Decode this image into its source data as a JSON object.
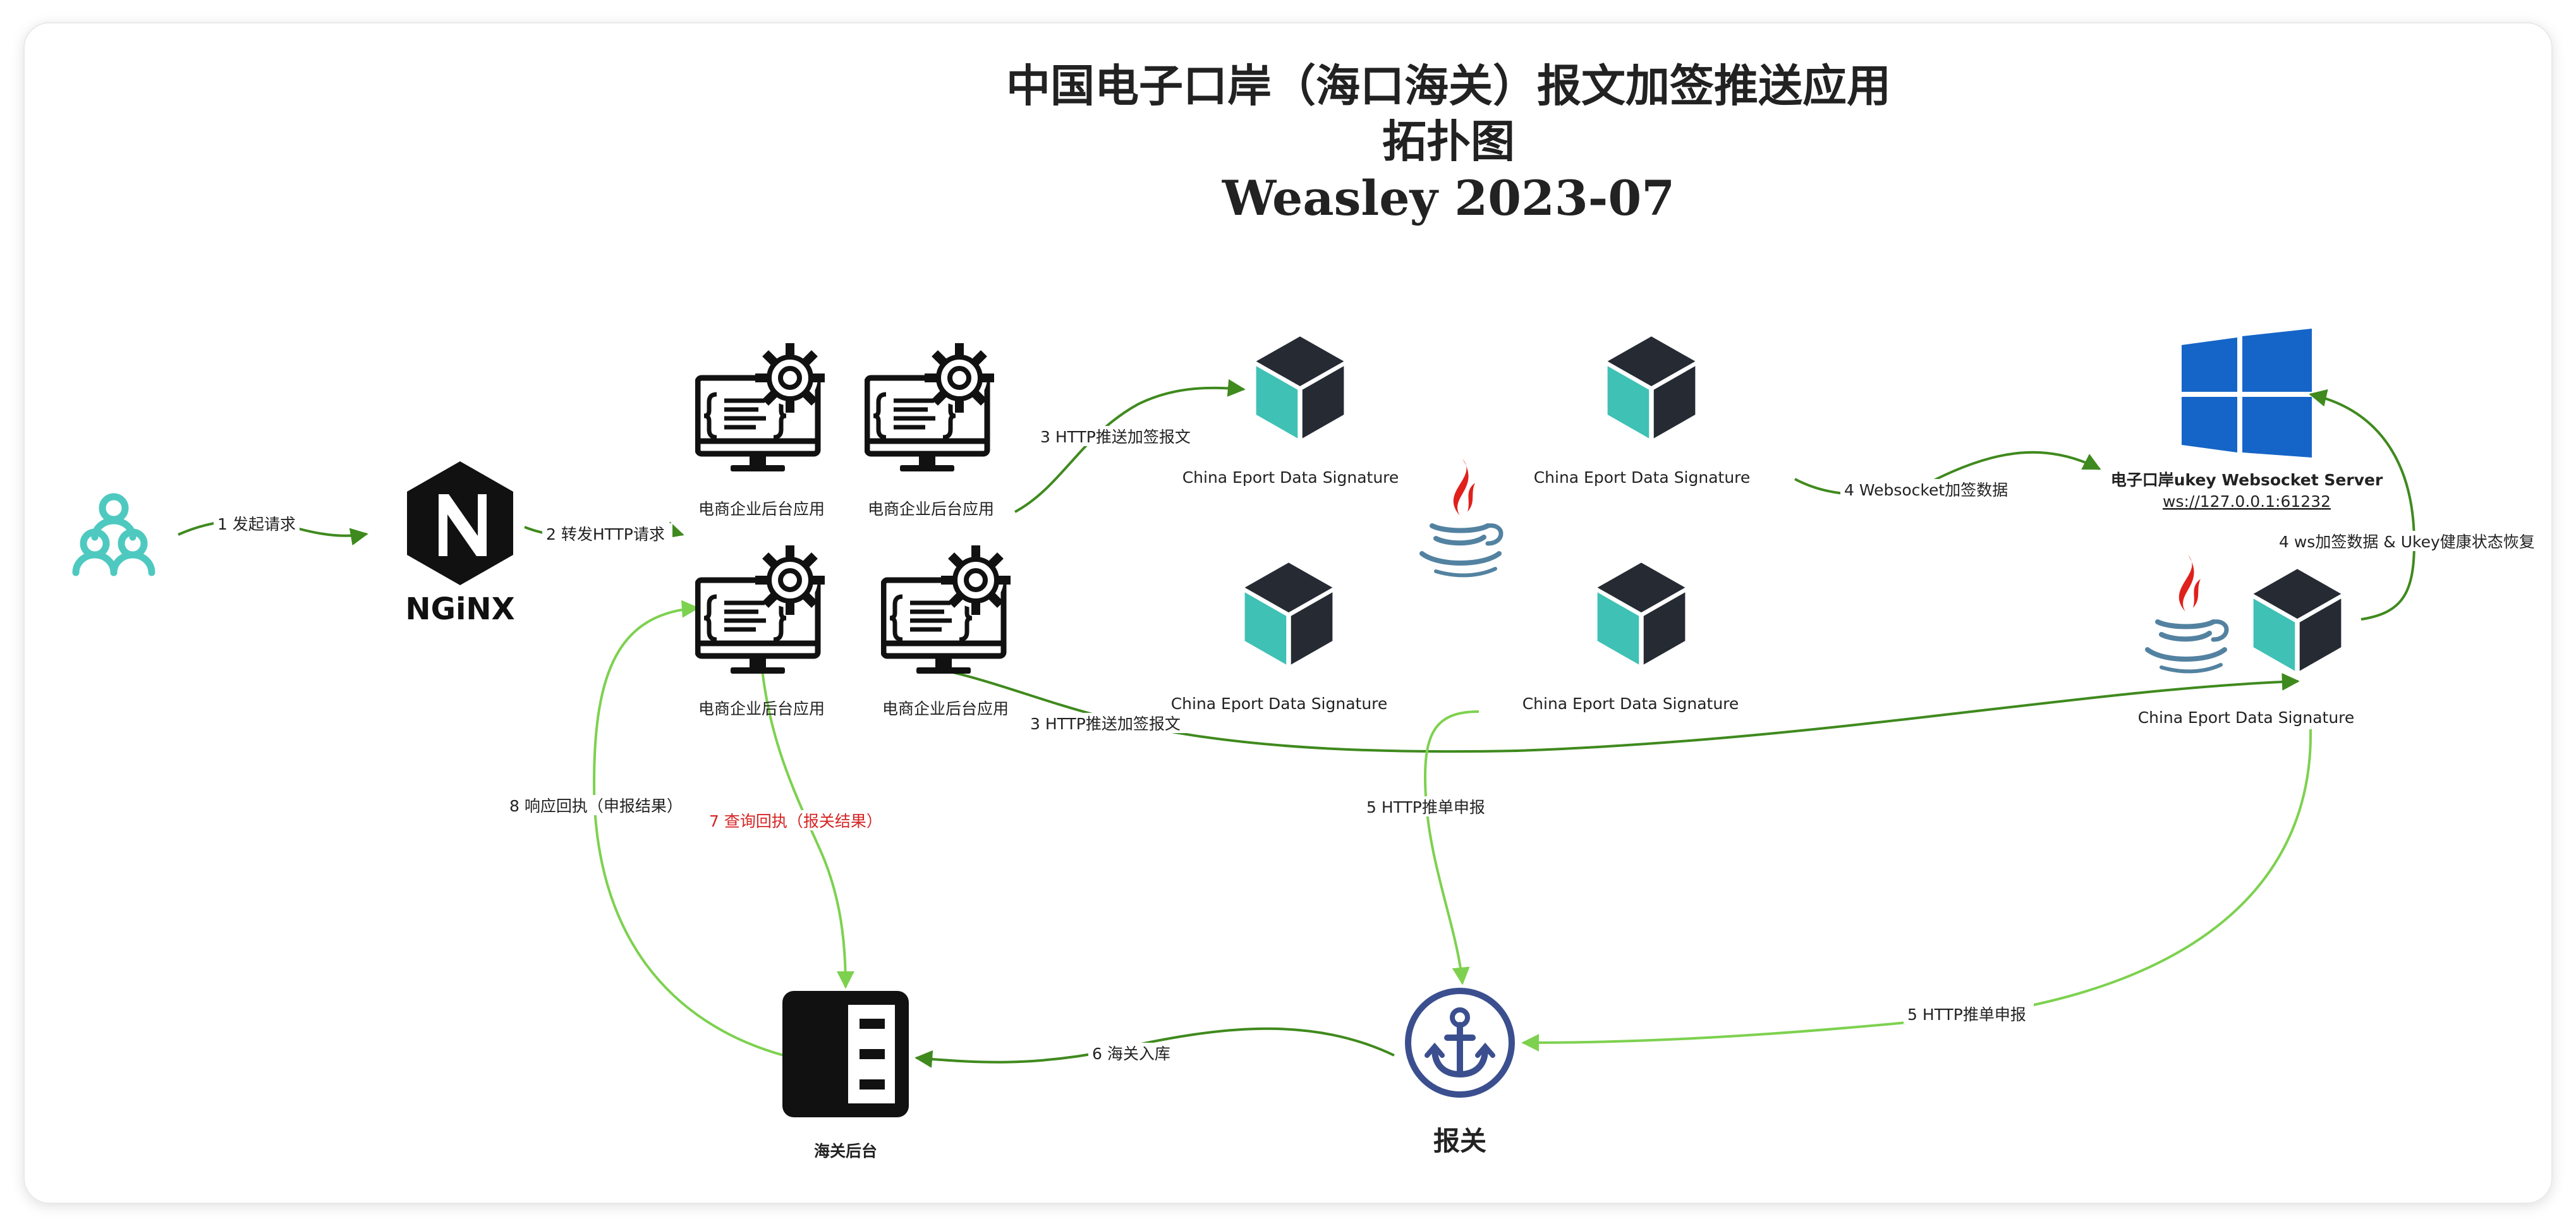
{
  "title": {
    "line1": "中国电子口岸（海口海关）报文加签推送应用",
    "line2": "拓扑图",
    "line3": "Weasley 2023-07"
  },
  "nodes": {
    "app_top_left": "电商企业后台应用",
    "app_top_right": "电商企业后台应用",
    "app_bottom_left": "电商企业后台应用",
    "app_bottom_right": "电商企业后台应用",
    "sig_top_left": "China Eport Data Signature",
    "sig_top_right": "China Eport Data Signature",
    "sig_bottom_left": "China Eport Data Signature",
    "sig_bottom_right": "China Eport Data Signature",
    "sig_far_right": "China Eport Data Signature",
    "ws_server_name": "电子口岸ukey Websocket Server",
    "ws_server_url": "ws://127.0.0.1:61232",
    "customs_backend": "海关后台",
    "declaration": "报关"
  },
  "edges": {
    "e1": "1 发起请求",
    "e2": "2 转发HTTP请求",
    "e3a": "3 HTTP推送加签报文",
    "e3b": "3 HTTP推送加签报文",
    "e4a": "4 Websocket加签数据",
    "e4b": "4 ws加签数据 & Ukey健康状态恢复",
    "e5a": "5 HTTP推单申报",
    "e5b": "5 HTTP推单申报",
    "e6": "6 海关入库",
    "e7": "7 查询回执（报关结果）",
    "e8": "8 响应回执（申报结果）"
  },
  "colors": {
    "dark_green": "#3f8a1e",
    "light_green": "#7dd14f",
    "teal": "#3fc1b5",
    "dark_cube": "#252a33",
    "windows_blue": "#1565c8",
    "anchor_blue": "#3b4f8f",
    "java_red": "#e0201b",
    "java_blue": "#5382a1",
    "red_text": "#d62424",
    "users_teal": "#4ec9c0"
  },
  "icons": {
    "users": "users-icon",
    "nginx": "nginx-logo-icon",
    "app": "monitor-gear-code-icon",
    "signature": "cube-icon",
    "java": "java-logo-icon",
    "windows": "windows-logo-icon",
    "customs": "database-server-icon",
    "anchor": "anchor-icon"
  }
}
